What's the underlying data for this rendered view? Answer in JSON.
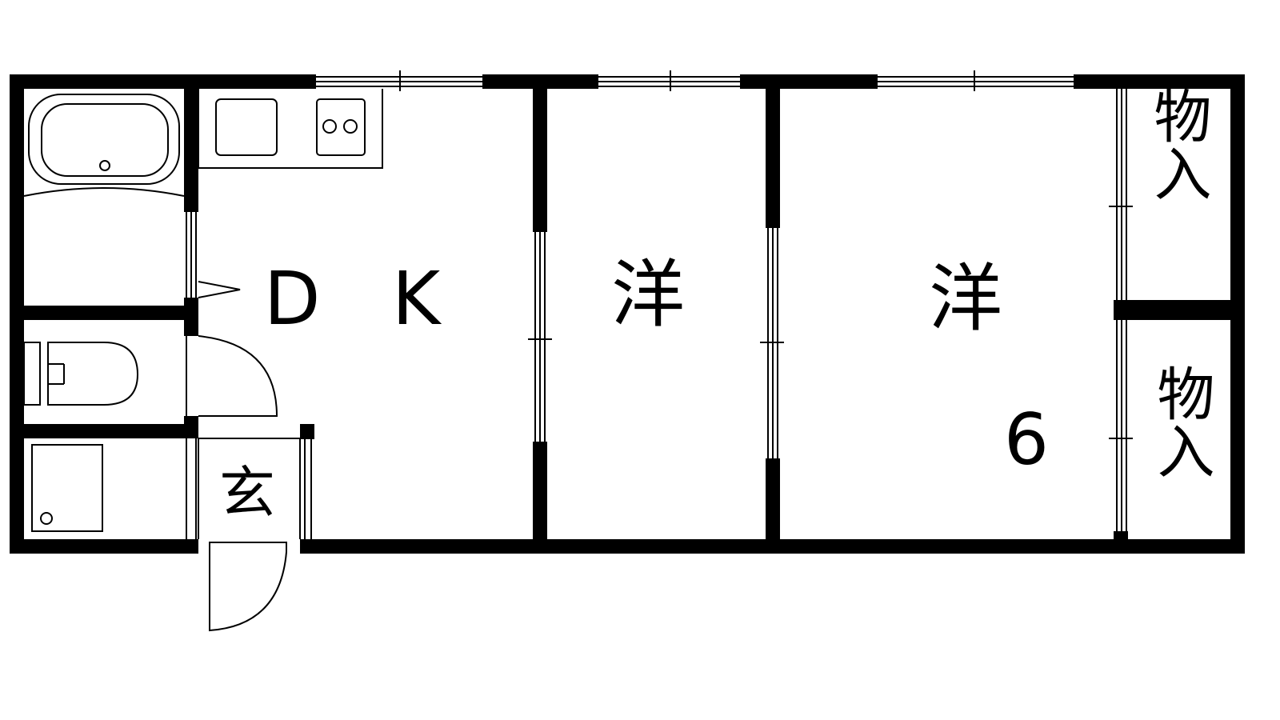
{
  "rooms": {
    "dining_kitchen": "D K",
    "western_room_1": "洋",
    "western_room_2": "洋",
    "western_room_2_size": "6",
    "closet_1": "物入",
    "closet_2": "物入",
    "entrance": "玄"
  },
  "colors": {
    "wall": "#000000",
    "background": "#ffffff"
  }
}
